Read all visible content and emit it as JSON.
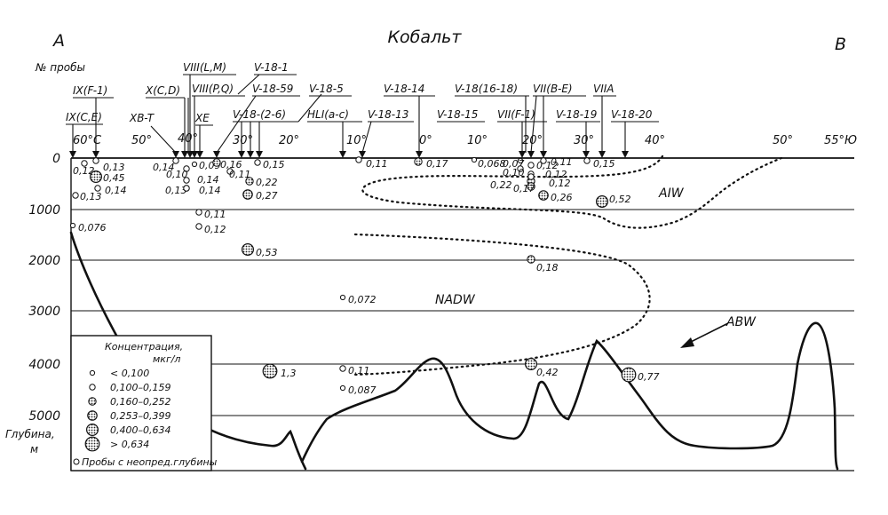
{
  "title": "Кобальт",
  "corner_left": "A",
  "corner_right": "B",
  "axis": {
    "station_header": "№ пробы",
    "depth_label_line1": "Глубина,",
    "depth_label_line2": "м",
    "depth_ticks": [
      "0",
      "1000",
      "2000",
      "3000",
      "4000",
      "5000"
    ],
    "lat_ticks": [
      "60°C",
      "50°",
      "40°",
      "30°",
      "20°",
      "10°",
      "0°",
      "10°",
      "20°",
      "30°",
      "40°",
      "50°",
      "55°Ю"
    ]
  },
  "stations": [
    "IX(F-1)",
    "IX(C,E)",
    "XB-T",
    "X(C,D)",
    "XE",
    "VIII(L,M)",
    "VIII(P,Q)",
    "V-18-1",
    "V-18-59",
    "V-18-(2-6)",
    "V-18-5",
    "HLI(a-c)",
    "V-18-13",
    "V-18-14",
    "V-18(16-18)",
    "V-18-15",
    "VII(F-1)",
    "VII(B-E)",
    "VIIA",
    "V-18-19",
    "V-18-20"
  ],
  "water_masses": [
    "AIW",
    "NADW",
    "ABW"
  ],
  "samples": [
    {
      "label": "0,12"
    },
    {
      "label": "0,13"
    },
    {
      "label": "0,45"
    },
    {
      "label": "0,14"
    },
    {
      "label": "0,13"
    },
    {
      "label": "0,076"
    },
    {
      "label": "0,14"
    },
    {
      "label": "0,10"
    },
    {
      "label": "0,09"
    },
    {
      "label": "0,14"
    },
    {
      "label": "0,13"
    },
    {
      "label": "0,14"
    },
    {
      "label": "0,16"
    },
    {
      "label": "0,11"
    },
    {
      "label": "0,15"
    },
    {
      "label": "0,22"
    },
    {
      "label": "0,27"
    },
    {
      "label": "0,11"
    },
    {
      "label": "0,12"
    },
    {
      "label": "0,53"
    },
    {
      "label": "1,3"
    },
    {
      "label": "0,072"
    },
    {
      "label": "0,11"
    },
    {
      "label": "0,087"
    },
    {
      "label": "0,11"
    },
    {
      "label": "0,17"
    },
    {
      "label": "0,068"
    },
    {
      "label": "0,07"
    },
    {
      "label": "0,10"
    },
    {
      "label": "0,12"
    },
    {
      "label": "0,11"
    },
    {
      "label": "0,12"
    },
    {
      "label": "0,22"
    },
    {
      "label": "0,17"
    },
    {
      "label": "0,12"
    },
    {
      "label": "0,15"
    },
    {
      "label": "0,26"
    },
    {
      "label": "0,52"
    },
    {
      "label": "0,18"
    },
    {
      "label": "0,42"
    },
    {
      "label": "0,77"
    }
  ],
  "legend": {
    "title_line1": "Концентрация,",
    "title_line2": "мкг/л",
    "classes": [
      "< 0,100",
      "0,100–0,159",
      "0,160–0,252",
      "0,253–0,399",
      "0,400–0,634",
      "> 0,634"
    ],
    "note": "Пробы с неопред.глубины"
  }
}
